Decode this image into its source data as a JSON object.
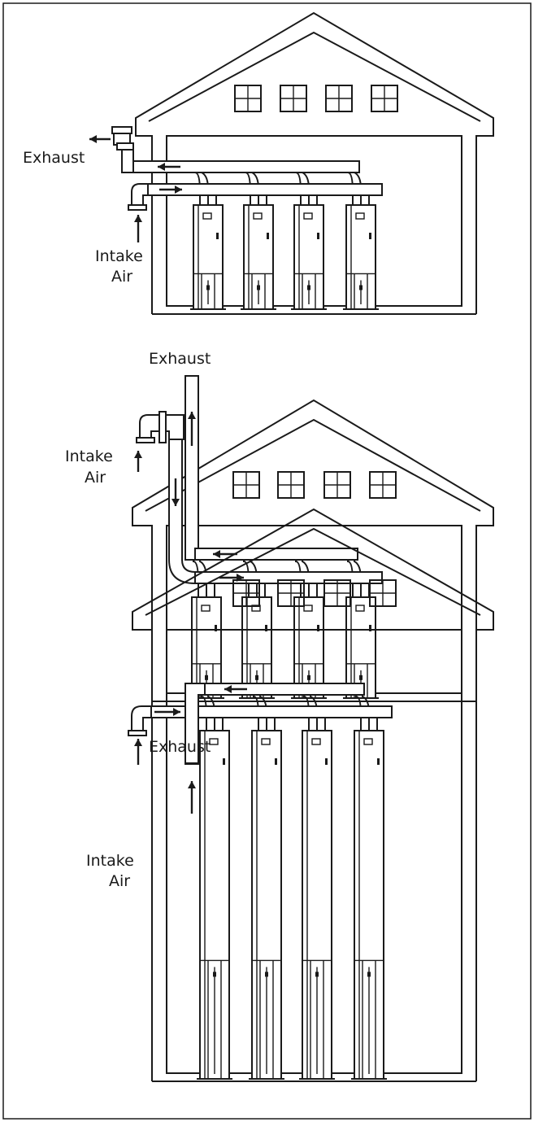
{
  "panels": [
    {
      "exhaust_label": "Exhaust",
      "intake_label_line1": "Intake",
      "intake_label_line2": "Air"
    },
    {
      "exhaust_label": "Exhaust",
      "intake_label_line1": "Intake",
      "intake_label_line2": "Air"
    },
    {
      "exhaust_label": "Exhaust",
      "intake_label_line1": "Intake",
      "intake_label_line2": "Air"
    }
  ],
  "heater_count_per_panel": 4,
  "window_count_per_panel": 4
}
